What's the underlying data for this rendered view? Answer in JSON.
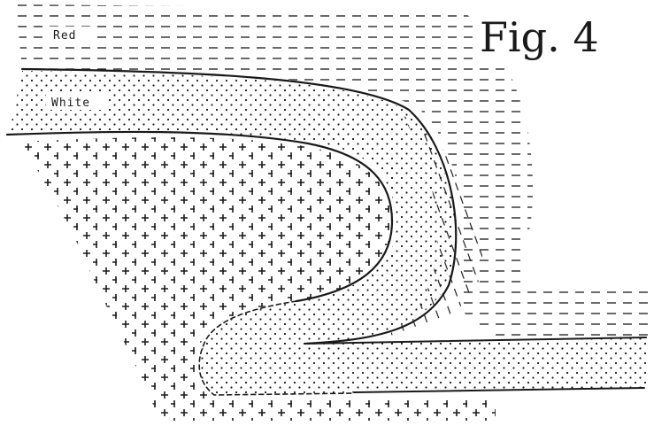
{
  "figure": {
    "title": "Fig. 4",
    "layers": [
      {
        "id": "red",
        "label": "Red",
        "pattern": "dashes"
      },
      {
        "id": "white",
        "label": "White",
        "pattern": "dots"
      },
      {
        "id": "basement",
        "label": "",
        "pattern": "crosses"
      }
    ],
    "ink_color": "#1a1a1a",
    "background_color": "#ffffff"
  }
}
